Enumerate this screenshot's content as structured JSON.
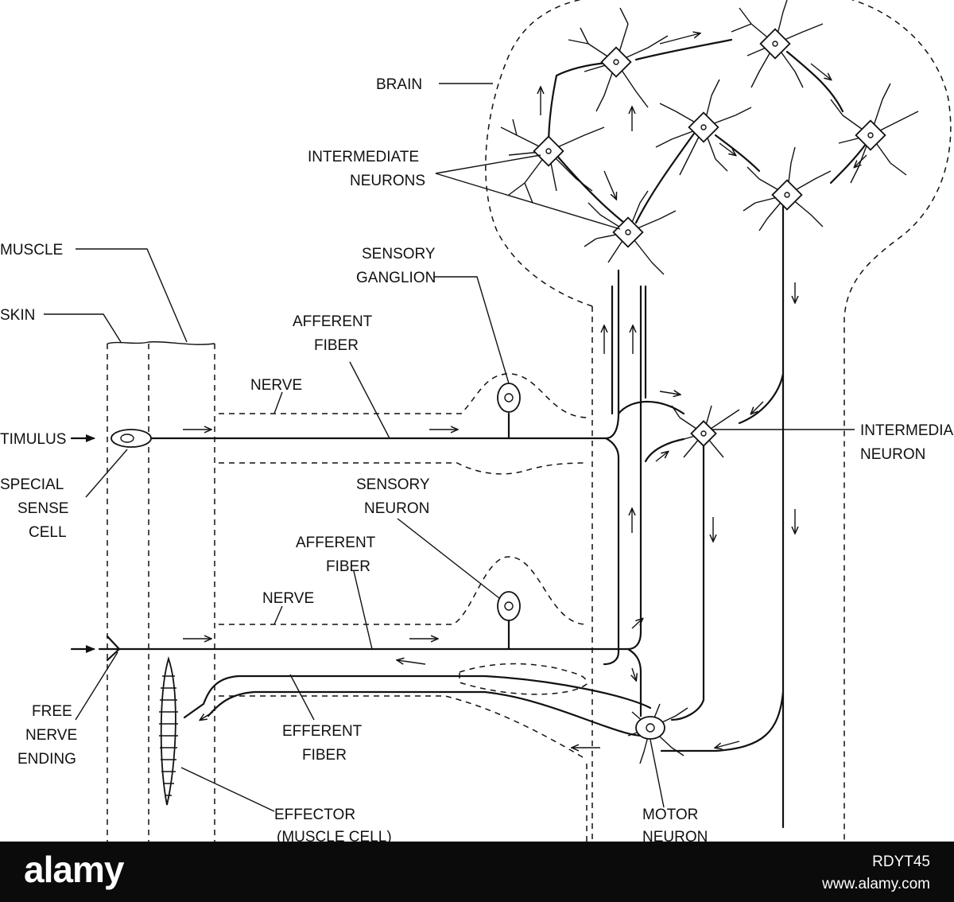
{
  "diagram": {
    "labels": {
      "brain": "BRAIN",
      "intermediate_neurons": [
        "INTERMEDIATE",
        "NEURONS"
      ],
      "muscle": "MUSCLE",
      "skin": "SKIN",
      "sensory_ganglion": [
        "SENSORY",
        "GANGLION"
      ],
      "afferent_fiber_top": [
        "AFFERENT",
        "FIBER"
      ],
      "nerve_top": "NERVE",
      "stimulus": "TIMULUS",
      "intermediate_neuron": [
        "INTERMEDIA",
        "NEURON"
      ],
      "special_sense_cell": [
        "SPECIAL",
        "SENSE",
        "CELL"
      ],
      "sensory_neuron": [
        "SENSORY",
        "NEURON"
      ],
      "afferent_fiber_bottom": [
        "AFFERENT",
        "FIBER"
      ],
      "nerve_bottom": "NERVE",
      "free_nerve_ending": [
        "FREE",
        "NERVE",
        "ENDING"
      ],
      "efferent_fiber": [
        "EFFERENT",
        "FIBER"
      ],
      "effector": [
        "EFFECTOR",
        "(MUSCLE CELL)"
      ],
      "motor_neuron": [
        "MOTOR",
        "NEURON"
      ]
    }
  },
  "watermark": {
    "logo": "alamy",
    "image_code": "RDYT45",
    "site": "www.alamy.com"
  }
}
